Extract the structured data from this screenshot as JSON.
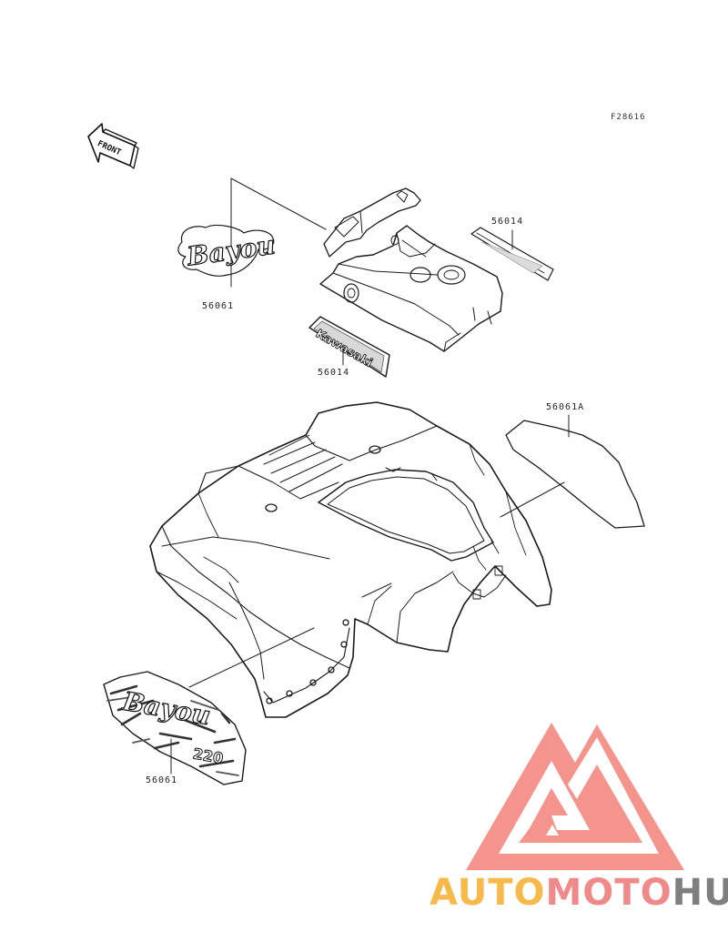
{
  "diagram": {
    "ref_code": "F28616",
    "front_arrow_label": "FRONT",
    "part_labels": [
      "56061",
      "56014",
      "56014",
      "56061A",
      "56061"
    ],
    "decal_texts": [
      "Bayou",
      "Kawasaki",
      "Bayou",
      "220"
    ]
  },
  "watermark": {
    "part1": "AUTO",
    "part2": "MOTO",
    "part3": "HUB",
    "colors": {
      "auto": "#f6b94a",
      "moto": "#f08a8a",
      "hub": "#7f7f7f",
      "logo": "#f4948c"
    }
  }
}
